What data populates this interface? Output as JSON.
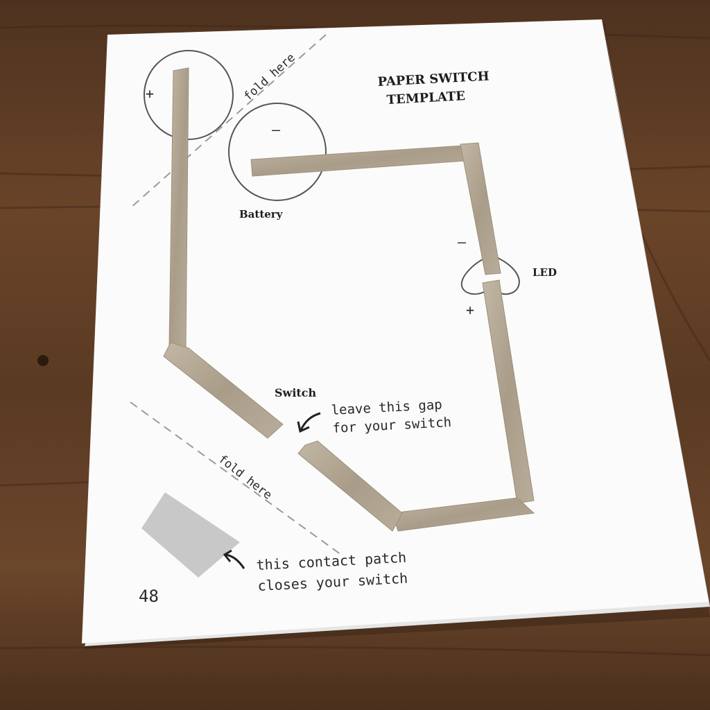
{
  "template": {
    "title_line1": "PAPER SWITCH",
    "title_line2": "TEMPLATE",
    "battery_plus": "+",
    "battery_minus": "–",
    "battery_label": "Battery",
    "fold_label_top": "fold here",
    "fold_label_bottom": "fold here",
    "led_minus": "–",
    "led_plus": "+",
    "led_label": "LED",
    "switch_label": "Switch",
    "gap_note_line1": "leave this gap",
    "gap_note_line2": "for your switch",
    "patch_note_line1": "this contact patch",
    "patch_note_line2": "closes your switch",
    "page_number": "48"
  },
  "colors": {
    "wood": "#5a3a24",
    "paper": "#fbfbfb",
    "tape": "#b3a795",
    "patch": "#c8c8c8",
    "ink": "#1e1e1e"
  }
}
